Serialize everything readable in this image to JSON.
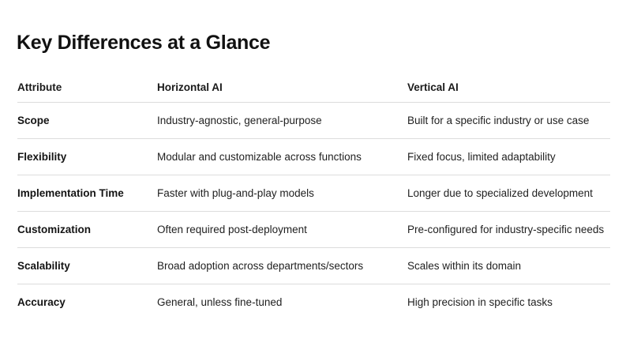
{
  "page": {
    "title": "Key Differences at a Glance",
    "background_color": "#ffffff",
    "text_color": "#1a1a1a",
    "divider_color": "#dcdcdc"
  },
  "table": {
    "headers": [
      "Attribute",
      "Horizontal AI",
      "Vertical AI"
    ],
    "rows": [
      {
        "attribute": "Scope",
        "horizontal_ai": "Industry-agnostic, general-purpose",
        "vertical_ai": "Built for a specific industry or use case"
      },
      {
        "attribute": "Flexibility",
        "horizontal_ai": "Modular and customizable across functions",
        "vertical_ai": "Fixed focus, limited adaptability"
      },
      {
        "attribute": "Implementation Time",
        "horizontal_ai": "Faster with plug-and-play models",
        "vertical_ai": "Longer due to specialized development"
      },
      {
        "attribute": "Customization",
        "horizontal_ai": "Often required post-deployment",
        "vertical_ai": "Pre-configured for industry-specific needs"
      },
      {
        "attribute": "Scalability",
        "horizontal_ai": "Broad adoption across departments/sectors",
        "vertical_ai": "Scales within its domain"
      },
      {
        "attribute": "Accuracy",
        "horizontal_ai": "General, unless fine-tuned",
        "vertical_ai": "High precision in specific tasks"
      }
    ]
  }
}
